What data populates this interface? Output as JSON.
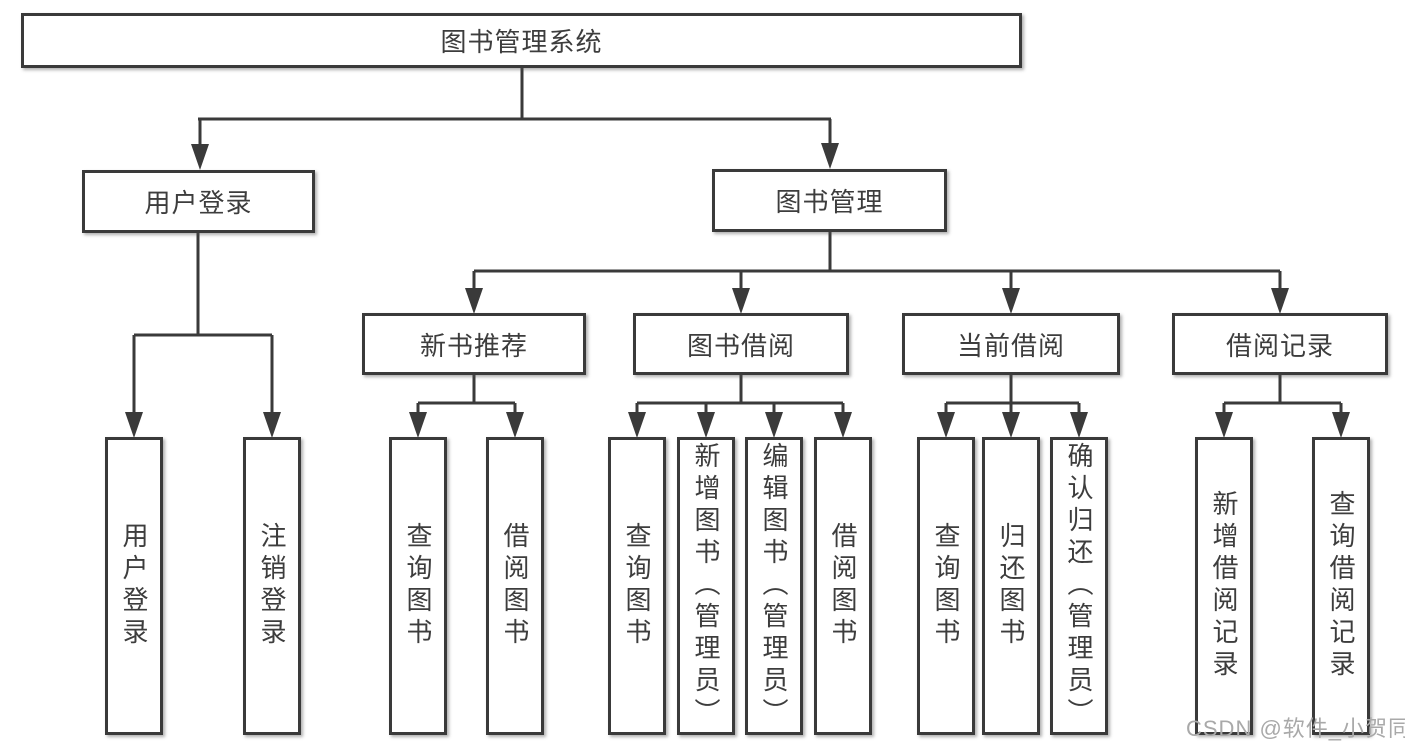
{
  "diagram": {
    "root": {
      "label": "图书管理系统"
    },
    "branches": [
      {
        "label": "用户登录",
        "children": [
          {
            "label": "用户登录"
          },
          {
            "label": "注销登录"
          }
        ]
      },
      {
        "label": "图书管理",
        "sections": [
          {
            "label": "新书推荐",
            "children": [
              {
                "label": "查询图书"
              },
              {
                "label": "借阅图书"
              }
            ]
          },
          {
            "label": "图书借阅",
            "children": [
              {
                "label": "查询图书"
              },
              {
                "label": "新增图书（管理员）"
              },
              {
                "label": "编辑图书（管理员）"
              },
              {
                "label": "借阅图书"
              }
            ]
          },
          {
            "label": "当前借阅",
            "children": [
              {
                "label": "查询图书"
              },
              {
                "label": "归还图书"
              },
              {
                "label": "确认归还（管理员）"
              }
            ]
          },
          {
            "label": "借阅记录",
            "children": [
              {
                "label": "新增借阅记录"
              },
              {
                "label": "查询借阅记录"
              }
            ]
          }
        ]
      }
    ]
  },
  "watermark": {
    "text": "CSDN @软件_小贺同学"
  },
  "colors": {
    "line": "#3a3a3a",
    "box_border": "#3a3a3a",
    "text": "#3d3d3d",
    "watermark": "#a9a9a9",
    "background": "#ffffff"
  }
}
